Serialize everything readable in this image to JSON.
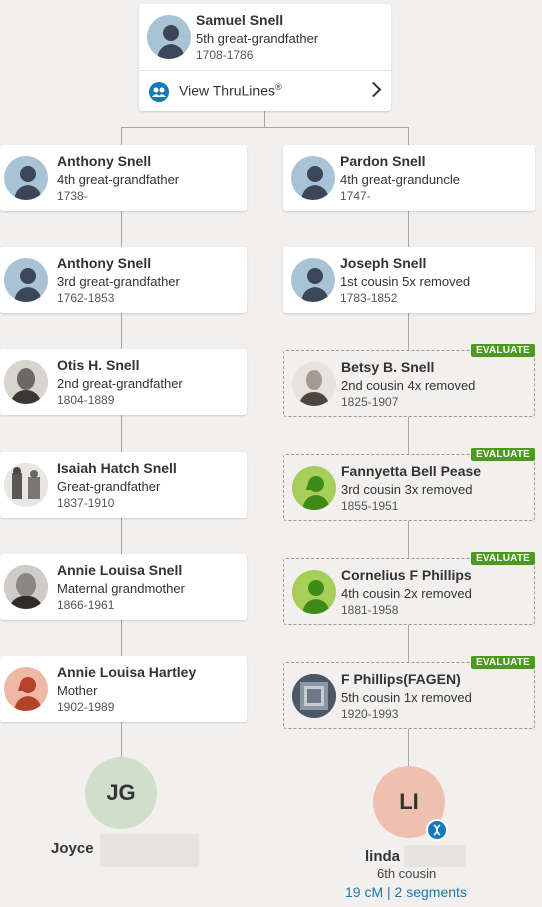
{
  "colors": {
    "accent": "#1479b8",
    "evaluate": "#4a9a1d",
    "line": "#a8a5a2"
  },
  "top": {
    "name": "Samuel Snell",
    "rel": "5th great-grandfather",
    "dates": "1708-1786",
    "thrulines_label": "View ThruLines",
    "trademark": "®"
  },
  "left": [
    {
      "name": "Anthony Snell",
      "rel": "4th great-grandfather",
      "dates": "1738-"
    },
    {
      "name": "Anthony Snell",
      "rel": "3rd great-grandfather",
      "dates": "1762-1853"
    },
    {
      "name": "Otis H. Snell",
      "rel": "2nd great-grandfather",
      "dates": "1804-1889"
    },
    {
      "name": "Isaiah Hatch Snell",
      "rel": "Great-grandfather",
      "dates": "1837-1910"
    },
    {
      "name": "Annie Louisa Snell",
      "rel": "Maternal grandmother",
      "dates": "1866-1961"
    },
    {
      "name": "Annie Louisa Hartley",
      "rel": "Mother",
      "dates": "1902-1989"
    }
  ],
  "right": [
    {
      "name": "Pardon Snell",
      "rel": "4th great-granduncle",
      "dates": "1747-"
    },
    {
      "name": "Joseph Snell",
      "rel": "1st cousin 5x removed",
      "dates": "1783-1852"
    },
    {
      "name": "Betsy B. Snell",
      "rel": "2nd cousin 4x removed",
      "dates": "1825-1907",
      "badge": "EVALUATE"
    },
    {
      "name": "Fannyetta Bell Pease",
      "rel": "3rd cousin 3x removed",
      "dates": "1855-1951",
      "badge": "EVALUATE"
    },
    {
      "name": "Cornelius F Phillips",
      "rel": "4th cousin 2x removed",
      "dates": "1881-1958",
      "badge": "EVALUATE"
    },
    {
      "name": "F Phillips(FAGEN)",
      "rel": "5th cousin 1x removed",
      "dates": "1920-1993",
      "badge": "EVALUATE"
    }
  ],
  "me": {
    "initials": "JG",
    "name": "Joyce"
  },
  "match": {
    "initials": "LI",
    "name": "linda",
    "rel": "6th cousin",
    "cm": "19 cM | 2 segments"
  }
}
